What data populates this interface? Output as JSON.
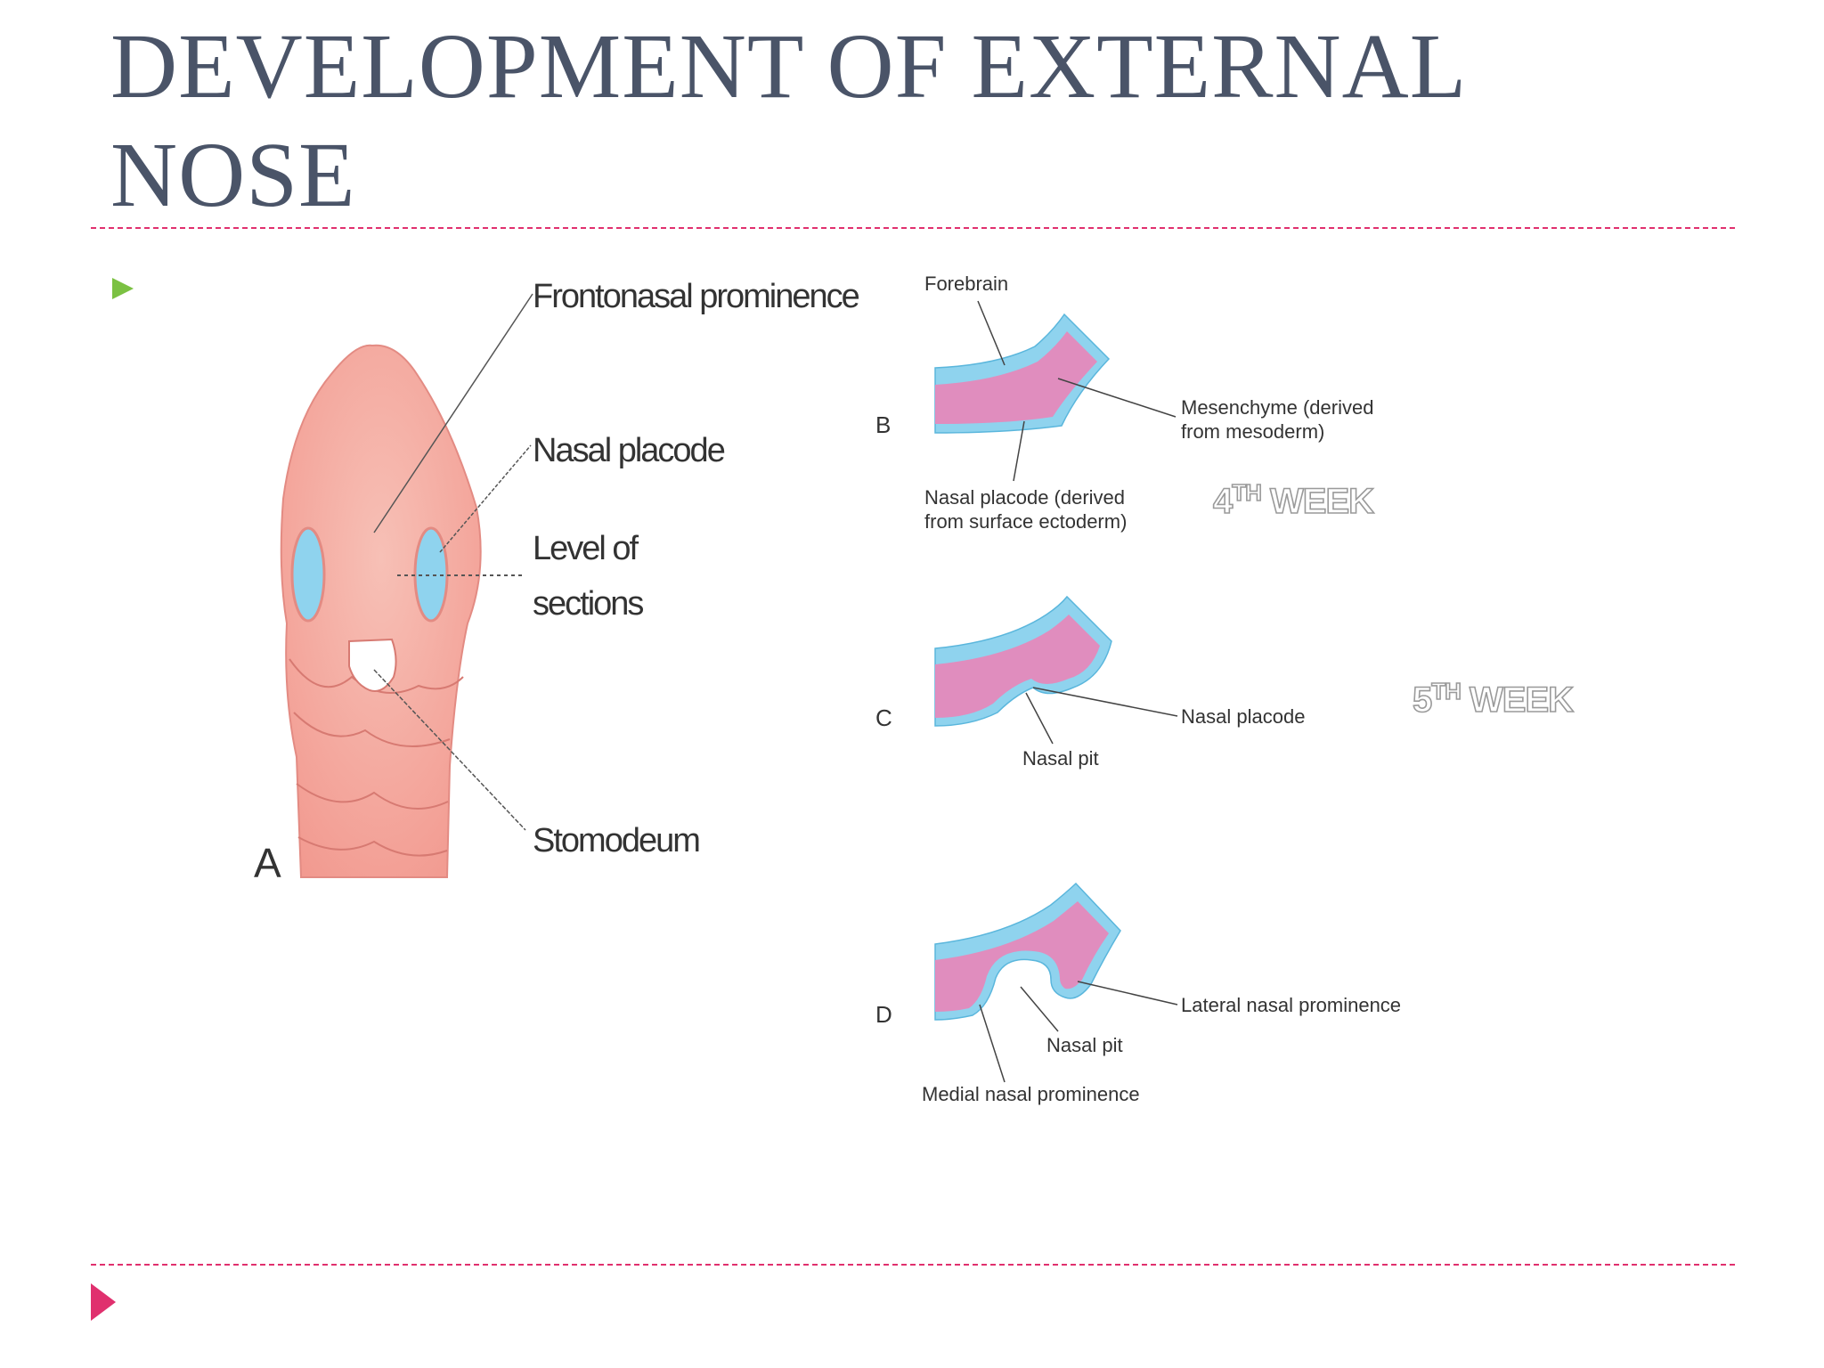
{
  "title": "DEVELOPMENT OF EXTERNAL NOSE",
  "figure": {
    "panel_a": {
      "letter": "A",
      "labels": {
        "frontonasal": "Frontonasal prominence",
        "nasal_placode": "Nasal placode",
        "level_line1": "Level of",
        "level_line2": "sections",
        "stomodeum": "Stomodeum"
      }
    },
    "panel_b": {
      "letter": "B",
      "forebrain": "Forebrain",
      "mesenchyme_line1": "Mesenchyme (derived",
      "mesenchyme_line2": "from mesoderm)",
      "placode_line1": "Nasal placode (derived",
      "placode_line2": "from surface ectoderm)"
    },
    "panel_c": {
      "letter": "C",
      "nasal_placode": "Nasal placode",
      "nasal_pit": "Nasal pit"
    },
    "panel_d": {
      "letter": "D",
      "lateral": "Lateral nasal prominence",
      "nasal_pit": "Nasal pit",
      "medial": "Medial nasal prominence"
    },
    "week4": {
      "num": "4",
      "sup": "TH",
      "word": " WEEK"
    },
    "week5": {
      "num": "5",
      "sup": "TH",
      "word": " WEEK"
    }
  },
  "colors": {
    "title": "#4a5468",
    "rule": "#e0306e",
    "bullet": "#7bc142",
    "ectoderm": "#8fd3ee",
    "mesenchyme": "#e08dbe",
    "embryo": "#f4a9a0"
  },
  "icons": {
    "bullet": "triangle-right-icon",
    "footer": "triangle-right-icon"
  }
}
